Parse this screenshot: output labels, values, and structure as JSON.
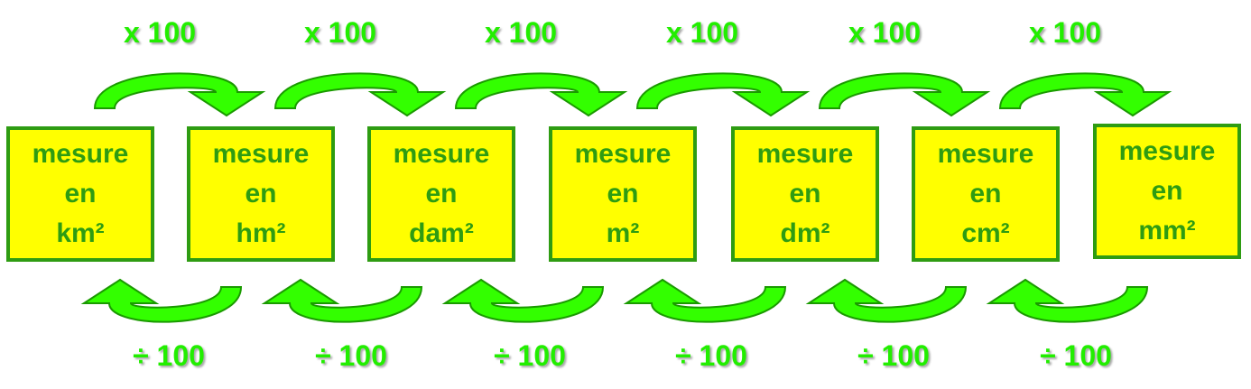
{
  "colors": {
    "box_fill": "#ffff00",
    "box_border": "#2e9c12",
    "box_text": "#2e9c12",
    "arrow_fill": "#33ff00",
    "arrow_stroke": "#1a9a00",
    "label": "#22ee00"
  },
  "units": [
    {
      "line1": "mesure",
      "line2": "en",
      "unit": "km²"
    },
    {
      "line1": "mesure",
      "line2": "en",
      "unit": "hm²"
    },
    {
      "line1": "mesure",
      "line2": "en",
      "unit": "dam²"
    },
    {
      "line1": "mesure",
      "line2": "en",
      "unit": "m²"
    },
    {
      "line1": "mesure",
      "line2": "en",
      "unit": "dm²"
    },
    {
      "line1": "mesure",
      "line2": "en",
      "unit": "cm²"
    },
    {
      "line1": "mesure",
      "line2": "en",
      "unit": "mm²"
    }
  ],
  "conversions": [
    {
      "multiply": "x 100",
      "divide": "÷ 100"
    },
    {
      "multiply": "x 100",
      "divide": "÷ 100"
    },
    {
      "multiply": "x 100",
      "divide": "÷ 100"
    },
    {
      "multiply": "x 100",
      "divide": "÷ 100"
    },
    {
      "multiply": "x 100",
      "divide": "÷ 100"
    },
    {
      "multiply": "x 100",
      "divide": "÷ 100"
    }
  ]
}
